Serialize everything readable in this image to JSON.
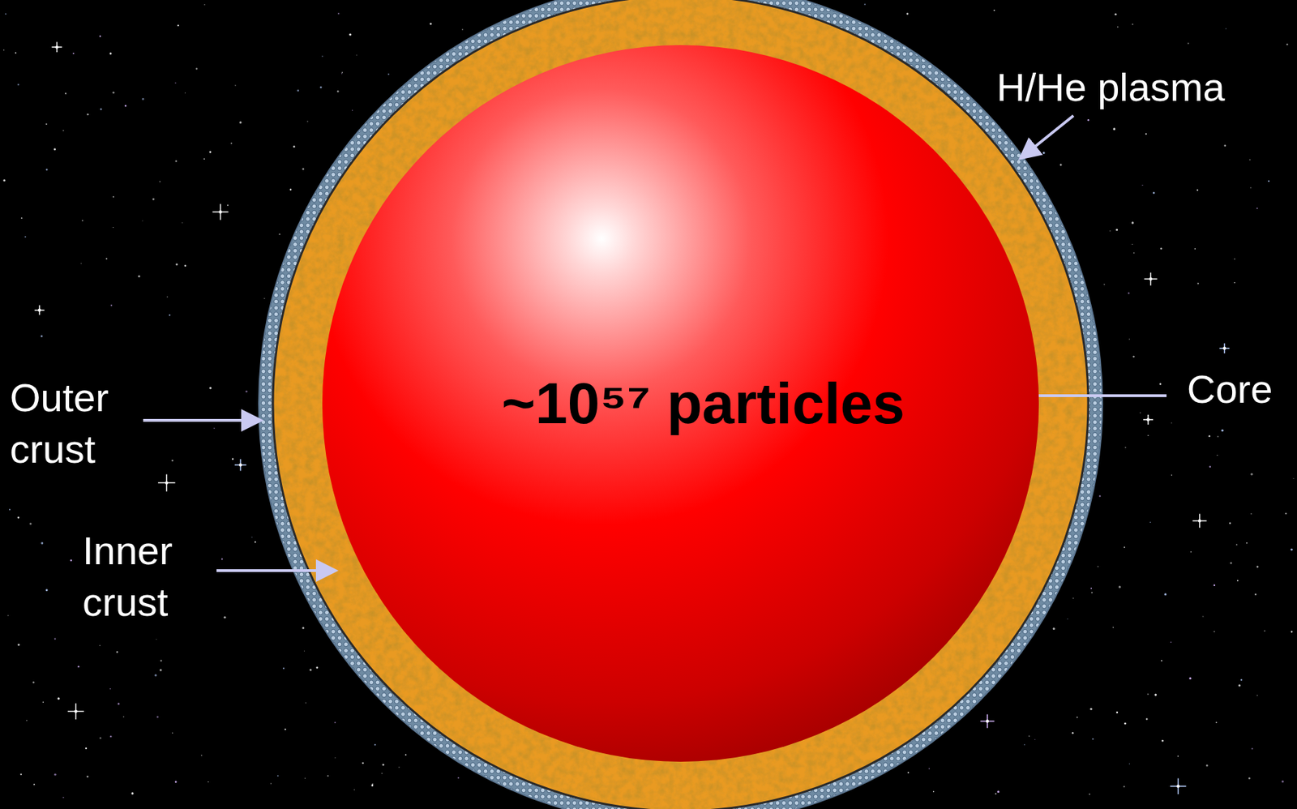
{
  "diagram": {
    "nodes": [
      {
        "text": [
          "~10⁵⁷ particles"
        ]
      }
    ],
    "labels": [
      "H/He plasma",
      "Outer crust",
      "Inner crust",
      "Core"
    ]
  }
}
